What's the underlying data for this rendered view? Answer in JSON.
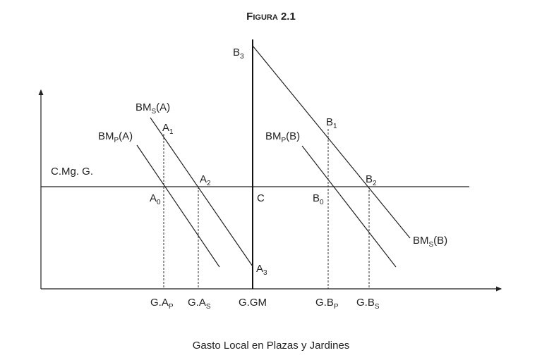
{
  "title": {
    "main": "F",
    "smallcaps": "IGURA",
    "number": " 2.1"
  },
  "caption": "Gasto Local en Plazas y Jardines",
  "horizontal_line_label": "C.Mg. G.",
  "curves": {
    "bmp_a": {
      "base": "BM",
      "sub": "P",
      "suffix": "(A)"
    },
    "bms_a": {
      "base": "BM",
      "sub": "S",
      "suffix": "(A)"
    },
    "bmp_b": {
      "base": "BM",
      "sub": "P",
      "suffix": "(B)"
    },
    "bms_b": {
      "base": "BM",
      "sub": "S",
      "suffix": "(B)"
    }
  },
  "points": {
    "a0": {
      "base": "A",
      "sub": "0"
    },
    "a1": {
      "base": "A",
      "sub": "1"
    },
    "a2": {
      "base": "A",
      "sub": "2"
    },
    "a3": {
      "base": "A",
      "sub": "3"
    },
    "b0": {
      "base": "B",
      "sub": "0"
    },
    "b1": {
      "base": "B",
      "sub": "1"
    },
    "b2": {
      "base": "B",
      "sub": "2"
    },
    "b3": {
      "base": "B",
      "sub": "3"
    },
    "c": "C"
  },
  "x_ticks": {
    "gap": {
      "base": "G.A",
      "sub": "P"
    },
    "gas": {
      "base": "G.A",
      "sub": "S"
    },
    "ggm": "G.GM",
    "gbp": {
      "base": "G.B",
      "sub": "P"
    },
    "gbs": {
      "base": "G.B",
      "sub": "S"
    }
  }
}
